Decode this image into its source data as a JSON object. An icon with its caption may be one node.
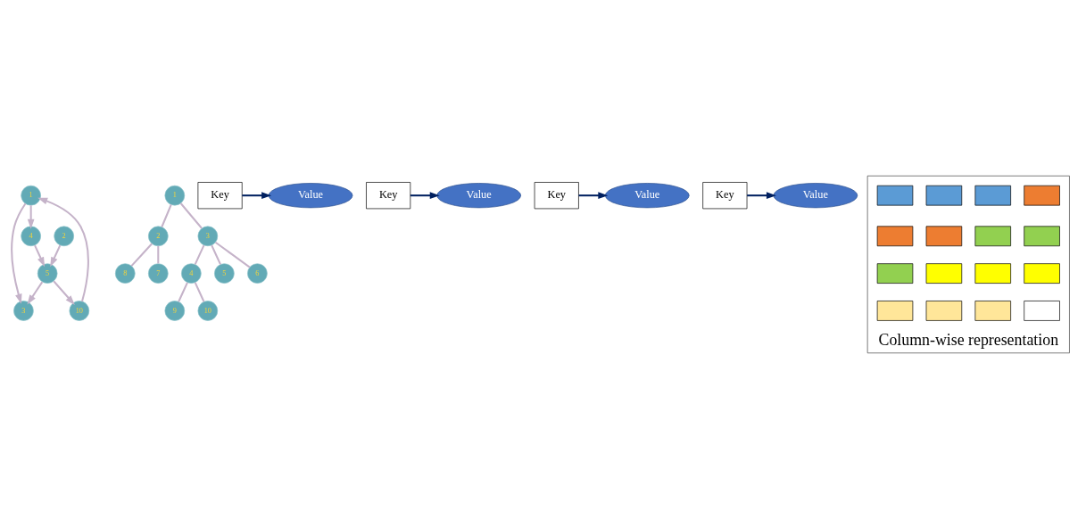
{
  "diagram": {
    "nodes": [
      {
        "text": [
          "1"
        ]
      },
      {
        "text": [
          "3"
        ]
      },
      {
        "text": [
          "5"
        ]
      },
      {
        "text": [
          "2"
        ]
      },
      {
        "text": [
          "10"
        ]
      },
      {
        "text": [
          "4"
        ]
      },
      {
        "text": [
          "1"
        ]
      },
      {
        "text": [
          "2"
        ]
      },
      {
        "text": [
          "3"
        ]
      },
      {
        "text": [
          "8"
        ]
      },
      {
        "text": [
          "7"
        ]
      },
      {
        "text": [
          "4"
        ]
      },
      {
        "text": [
          "5"
        ]
      },
      {
        "text": [
          "6"
        ]
      },
      {
        "text": [
          "9"
        ]
      },
      {
        "text": [
          "10"
        ]
      },
      {
        "text": [
          "Key"
        ]
      },
      {
        "text": [
          "Value"
        ]
      },
      {
        "text": [
          "Key"
        ]
      },
      {
        "text": [
          "Value"
        ]
      },
      {
        "text": [
          "Key"
        ]
      },
      {
        "text": [
          "Value"
        ]
      },
      {
        "text": [
          "Key"
        ]
      },
      {
        "text": [
          "Value"
        ]
      },
      {
        "text": [
          "Column-wise representation"
        ]
      },
      {
        "text": [],
        "shape": "box",
        "in": 24
      },
      {
        "text": [],
        "shape": "box",
        "in": 24
      },
      {
        "text": [],
        "shape": "box",
        "in": 24
      },
      {
        "text": [],
        "shape": "box",
        "in": 24
      },
      {
        "text": [],
        "shape": "box",
        "in": 24
      },
      {
        "text": [],
        "shape": "box",
        "in": 24
      },
      {
        "text": [],
        "shape": "box",
        "in": 24
      },
      {
        "text": [],
        "shape": "box",
        "in": 24
      },
      {
        "text": [],
        "shape": "box",
        "in": 24
      },
      {
        "text": [],
        "shape": "box",
        "in": 24
      },
      {
        "text": [],
        "shape": "box",
        "in": 24
      },
      {
        "text": [],
        "shape": "box",
        "in": 24
      },
      {
        "text": [],
        "shape": "box",
        "in": 24
      },
      {
        "text": [],
        "shape": "box",
        "in": 24
      },
      {
        "text": [],
        "shape": "box",
        "in": 24
      },
      {
        "text": [],
        "shape": "box",
        "in": 24
      }
    ],
    "edges": [
      {
        "from": 0,
        "to": 1,
        "arrow": "to"
      },
      {
        "from": 2,
        "to": 1,
        "arrow": "to"
      },
      {
        "from": 0,
        "to": 5,
        "arrow": "to"
      },
      {
        "from": 3,
        "to": 2,
        "arrow": "to"
      },
      {
        "from": 4,
        "to": 0,
        "arrow": "to"
      },
      {
        "from": 2,
        "to": 4,
        "arrow": "to"
      },
      {
        "from": 5,
        "to": 2,
        "arrow": "to"
      },
      {
        "from": 6,
        "to": 7,
        "arrow": "none"
      },
      {
        "from": 6,
        "to": 8,
        "arrow": "none"
      },
      {
        "from": 7,
        "to": 9,
        "arrow": "none"
      },
      {
        "from": 7,
        "to": 10,
        "arrow": "none"
      },
      {
        "from": 8,
        "to": 11,
        "arrow": "none"
      },
      {
        "from": 8,
        "to": 12,
        "arrow": "none"
      },
      {
        "from": 8,
        "to": 13,
        "arrow": "none"
      },
      {
        "from": 11,
        "to": 14,
        "arrow": "none"
      },
      {
        "from": 11,
        "to": 15,
        "arrow": "none"
      },
      {
        "from": 16,
        "to": 17,
        "arrow": "to",
        "color": "#002060"
      },
      {
        "from": 18,
        "to": 19,
        "arrow": "to",
        "color": "#002060"
      },
      {
        "from": 20,
        "to": 21,
        "arrow": "to",
        "color": "#002060"
      },
      {
        "from": 22,
        "to": 23,
        "arrow": "to",
        "color": "#002060"
      }
    ]
  }
}
